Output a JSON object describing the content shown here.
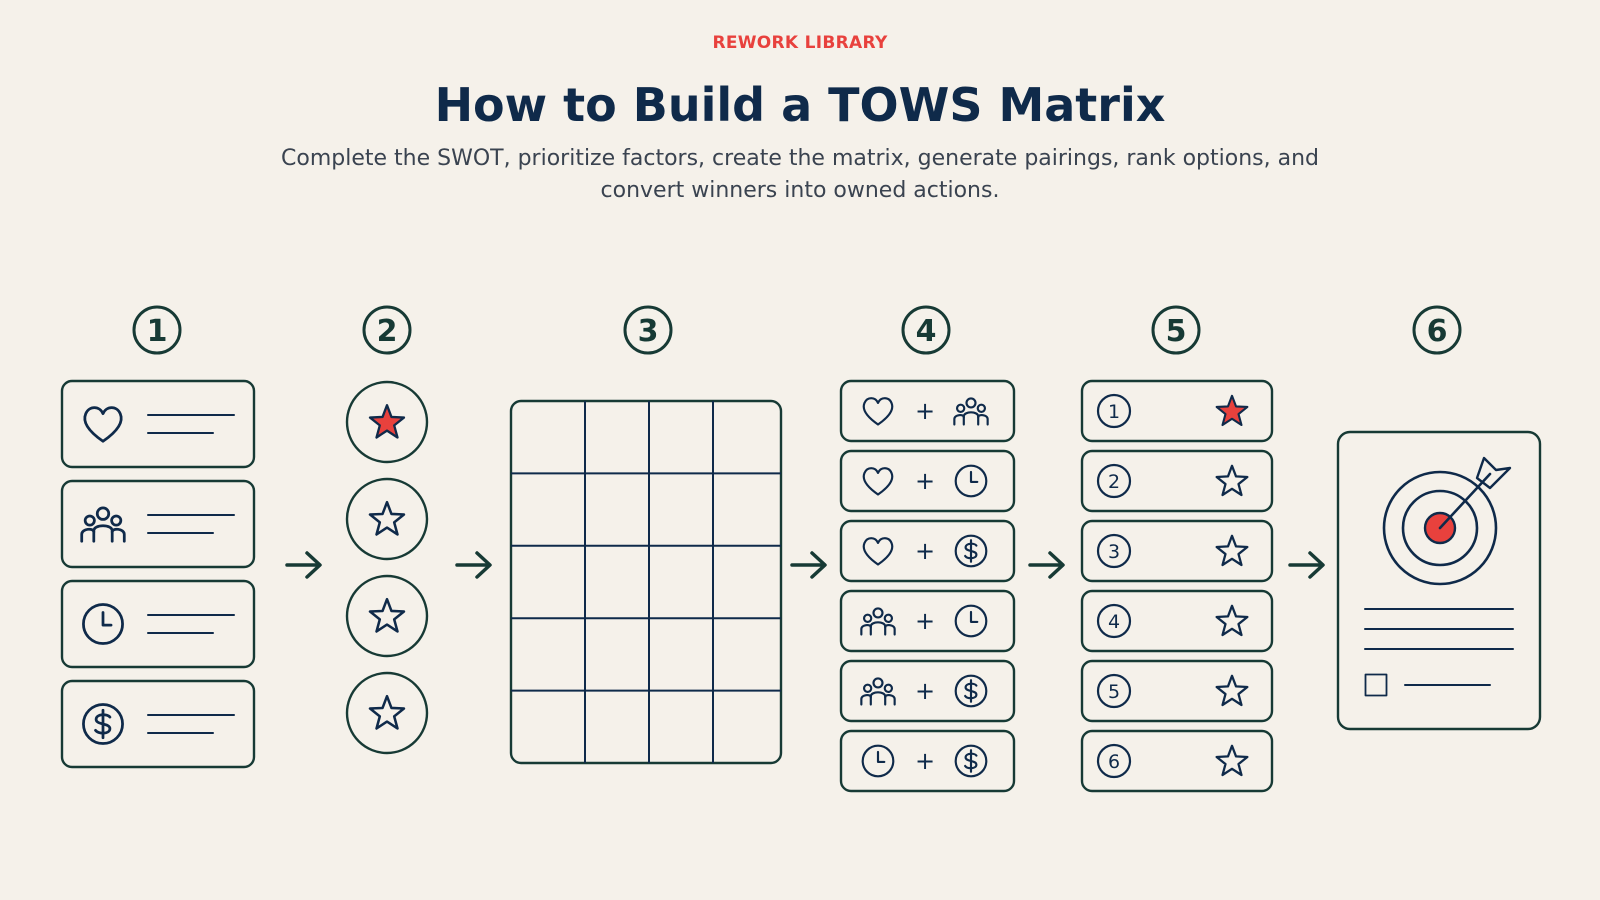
{
  "header": {
    "kicker": "REWORK LIBRARY",
    "title": "How to Build a TOWS Matrix",
    "subtitle": "Complete the SWOT, prioritize factors, create the matrix, generate pairings, rank options, and convert winners into owned actions."
  },
  "colors": {
    "background": "#f5f1ea",
    "stroke": "#173a35",
    "ink": "#0f2a4a",
    "accent": "#e8413d",
    "body_text": "#3a4350"
  },
  "steps": [
    {
      "number": "1",
      "icons": [
        "heart-icon",
        "people-icon",
        "clock-icon",
        "dollar-icon"
      ]
    },
    {
      "number": "2",
      "icons": [
        "star-icon-filled",
        "star-icon",
        "star-icon",
        "star-icon"
      ]
    },
    {
      "number": "3",
      "grid": {
        "columns": 4,
        "rows": 5
      }
    },
    {
      "number": "4",
      "plus": "+",
      "pairings": [
        [
          "heart-icon",
          "people-icon"
        ],
        [
          "heart-icon",
          "clock-icon"
        ],
        [
          "heart-icon",
          "dollar-icon"
        ],
        [
          "people-icon",
          "clock-icon"
        ],
        [
          "people-icon",
          "dollar-icon"
        ],
        [
          "clock-icon",
          "dollar-icon"
        ]
      ]
    },
    {
      "number": "5",
      "ranks": [
        {
          "rank": "1",
          "icon": "star-icon-filled"
        },
        {
          "rank": "2",
          "icon": "star-icon"
        },
        {
          "rank": "3",
          "icon": "star-icon"
        },
        {
          "rank": "4",
          "icon": "star-icon"
        },
        {
          "rank": "5",
          "icon": "star-icon"
        },
        {
          "rank": "6",
          "icon": "star-icon"
        }
      ]
    },
    {
      "number": "6",
      "icons": [
        "target-icon",
        "checkbox-icon"
      ]
    }
  ],
  "arrow_icon": "arrow-right-icon"
}
